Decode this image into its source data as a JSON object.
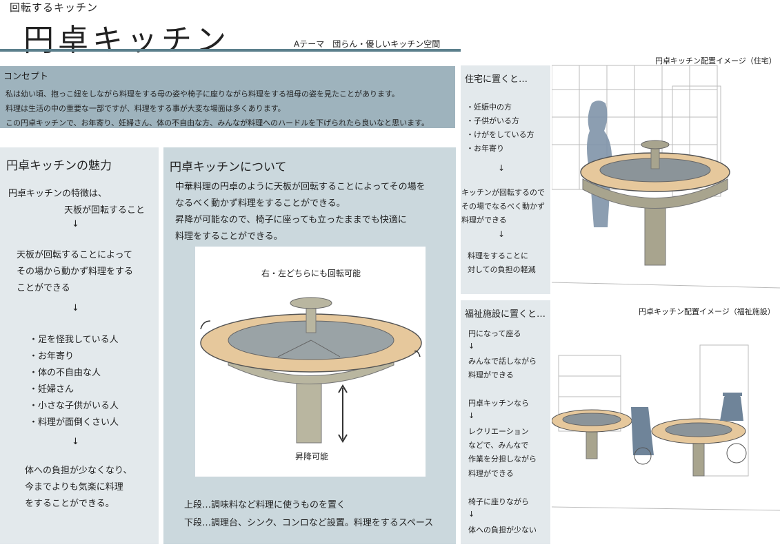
{
  "header": {
    "subtitle": "回転するキッチン",
    "title": "円卓キッチン",
    "theme": "Aテーマ　団らん・優しいキッチン空間"
  },
  "concept": {
    "heading": "コンセプト",
    "lines": [
      "私は幼い頃、抱っこ紐をしながら料理をする母の姿や椅子に座りながら料理をする祖母の姿を見たことがあります。",
      "料理は生活の中の重要な一部ですが、料理をする事が大変な場面は多くあります。",
      "この円卓キッチンで、お年寄り、妊婦さん、体の不自由な方、みんなが料理へのハードルを下げられたら良いなと思います。"
    ]
  },
  "appeal": {
    "heading": "円卓キッチンの魅力",
    "intro1": "円卓キッチンの特徴は、",
    "intro2": "天板が回転すること",
    "arrow": "↓",
    "body": [
      "天板が回転することによって",
      "その場から動かず料理をする",
      "ことができる"
    ],
    "items": [
      "・足を怪我している人",
      "・お年寄り",
      "・体の不自由な人",
      "・妊婦さん",
      "・小さな子供がいる人",
      "・料理が面倒くさい人"
    ],
    "result": [
      "体への負担が少なくなり、",
      "今までよりも気楽に料理",
      "をすることができる。"
    ]
  },
  "about": {
    "heading": "円卓キッチンについて",
    "lines": [
      "中華料理の円卓のように天板が回転することによってその場を",
      "なるべく動かず料理をすることができる。",
      "昇降が可能なので、椅子に座っても立ったままでも快適に",
      "料理をすることができる。"
    ],
    "rotate_label": "右・左どちらにも回転可能",
    "lift_label": "昇降可能",
    "upper": "上段…調味料など料理に使うものを置く",
    "lower": "下段…調理台、シンク、コンロなど設置。料理をするスペース"
  },
  "home": {
    "heading": "住宅に置くと…",
    "items": [
      "・妊娠中の方",
      "・子供がいる方",
      "・けがをしている方",
      "・お年寄り"
    ],
    "arrow": "↓",
    "body": [
      "キッチンが回転するので",
      "その場でなるべく動かず",
      "料理ができる"
    ],
    "result": [
      "料理をすることに",
      "対しての負担の軽減"
    ],
    "image_caption": "円卓キッチン配置イメージ（住宅）"
  },
  "welfare": {
    "heading": "福祉施設に置くと…",
    "lines": [
      "円になって座る",
      "↓",
      "みんなで話しながら",
      "料理ができる",
      "",
      "円卓キッチンなら",
      "↓",
      "レクリエーション",
      "などで、みんなで",
      "作業を分担しながら",
      "料理ができる",
      "",
      "椅子に座りながら",
      "↓",
      "体への負担が少ない"
    ],
    "image_caption": "円卓キッチン配置イメージ（福祉施設）"
  },
  "colors": {
    "accent": "#5b7f8c",
    "concept_bg": "#9eb3bd",
    "panel_light": "#e3e9ec",
    "panel_mid": "#cbd8dd"
  }
}
